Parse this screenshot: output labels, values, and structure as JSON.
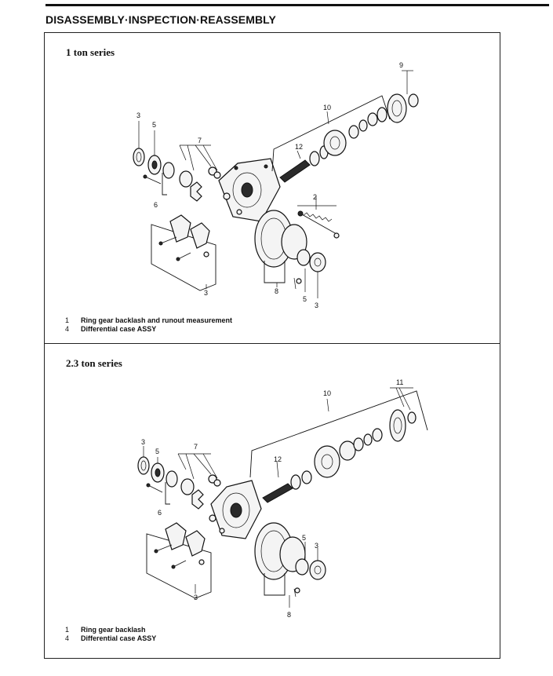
{
  "header": {
    "title": "DISASSEMBLY·INSPECTION·REASSEMBLY"
  },
  "sections": [
    {
      "title": "1 ton series",
      "callouts": {
        "a": "3",
        "b": "5",
        "c": "7",
        "d": "6",
        "e": "3",
        "f": "12",
        "g": "10",
        "h": "9",
        "i": "2",
        "j": "8",
        "k": "5",
        "l": "3"
      },
      "captions": [
        {
          "num": "1",
          "text": "Ring gear backlash and runout measurement"
        },
        {
          "num": "4",
          "text": "Differential case ASSY"
        }
      ]
    },
    {
      "title": "2.3 ton series",
      "callouts": {
        "a": "3",
        "b": "5",
        "c": "7",
        "d": "6",
        "e": "3",
        "f": "12",
        "g": "10",
        "h": "11",
        "i": "5",
        "j": "3",
        "k": "8"
      },
      "captions": [
        {
          "num": "1",
          "text": "Ring gear backlash"
        },
        {
          "num": "4",
          "text": "Differential case ASSY"
        }
      ]
    }
  ]
}
